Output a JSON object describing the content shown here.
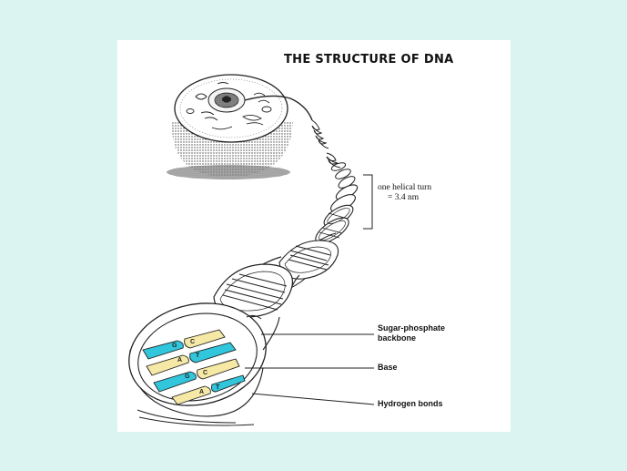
{
  "title": "THE STRUCTURE OF DNA",
  "helical_turn": {
    "line1": "one helical turn",
    "line2": "= 3.4 nm"
  },
  "labels": {
    "backbone_line1": "Sugar-phosphate",
    "backbone_line2": "backbone",
    "base": "Base",
    "hydrogen_bonds": "Hydrogen bonds"
  },
  "base_letters": [
    "G",
    "C",
    "A",
    "T",
    "G",
    "C",
    "A",
    "T"
  ],
  "colors": {
    "page_background": "#dcf4f1",
    "slide_background": "#ffffff",
    "cyan_base": "#31c6dc",
    "yellow_base": "#f6e9a6",
    "line": "#222222"
  }
}
